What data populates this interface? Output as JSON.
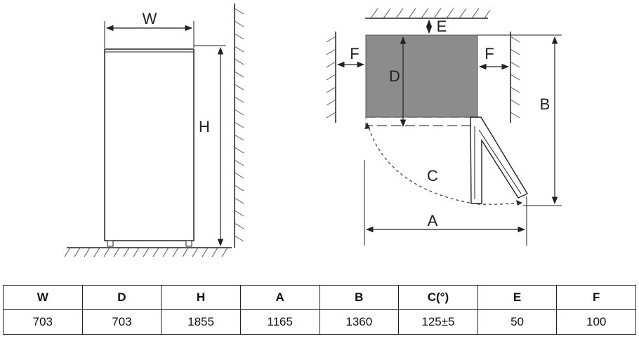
{
  "labels": {
    "front_width": "W",
    "front_height": "H",
    "top_gap": "E",
    "side_gap_left": "F",
    "side_gap_right": "F",
    "depth": "D",
    "total_depth": "B",
    "door_angle": "C",
    "total_width": "A"
  },
  "table": {
    "headers": [
      "W",
      "D",
      "H",
      "A",
      "B",
      "C(°)",
      "E",
      "F"
    ],
    "values": [
      "703",
      "703",
      "1855",
      "1165",
      "1360",
      "125±5",
      "50",
      "100"
    ]
  }
}
